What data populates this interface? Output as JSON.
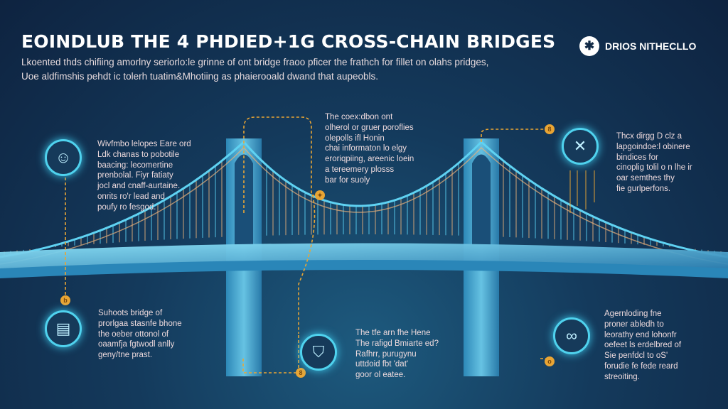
{
  "header": {
    "title": "EOINDLUB THE 4 PHDIED+1G CROSS-CHAIN BRIDGES",
    "subtitle_line1": "Lkoented thds chifiing amorlny seriorlo:le grinne of ont bridge fraoo pficer the frathch for fillet on olahs pridges,",
    "subtitle_line2": "Uoe aldfimshis pehdt ic tolerh tuatim&Mhotiing as phaierooald dwand that aupeobls."
  },
  "brand": {
    "logo_icon": "bug-cross-icon",
    "name": "DRIOS NITHECLLO"
  },
  "colors": {
    "cable": "#4fc3e8",
    "accent": "#e9a534",
    "background": "#0e2340",
    "text": "#ecd9dc"
  },
  "callouts": [
    {
      "icon": "person-icon",
      "lines": [
        "Wivfmbo lelopes Eare ord",
        "Ldk chanas to pobotile",
        "baacing: lecomertine",
        "prenbolal. Fiyr fatiaty",
        "jocl and cnaff-aurtaine.",
        "onrits ro'r lead and",
        "poufy ro fesgod."
      ]
    },
    {
      "icon": "none",
      "lines": [
        "The coex:dbon ont",
        "olherol or gruer poroflies",
        "olepolls ifl Honin",
        "chai informaton lo elgy",
        "eroriqpiing, areenic loein",
        "a tereemery plosss",
        "bar for suoly"
      ]
    },
    {
      "icon": "tools-icon",
      "lines": [
        "Thcx dirgg D clz a",
        "lapgoindoe:l obinere",
        "bindices for",
        "cinoplig tolil o n lhe ir",
        "oar semthes thy",
        "fie gurlperfons."
      ]
    },
    {
      "icon": "server-icon",
      "lines": [
        "Suhoots bridge of",
        "prorlgaa stasnfe bhone",
        "the oeber ottonol of",
        "oaamfja fgtwodl anlly",
        "geny/tne prast."
      ]
    },
    {
      "icon": "shield-icon",
      "lines": [
        "The tfe arn fhe Hene",
        "The rafigd Bmiarte ed?",
        "Rafhrr, purugynu",
        "uttdoid fbt 'dat'",
        "goor ol eatee."
      ]
    },
    {
      "icon": "link-icon",
      "lines": [
        "Agernloding fne",
        "proner abledh to",
        "leorathy end lohonfr",
        "oefeet ls erdelbred of",
        "Sie penfdcl to oS'",
        "forudie fe fede reard",
        "streoiting."
      ]
    }
  ]
}
